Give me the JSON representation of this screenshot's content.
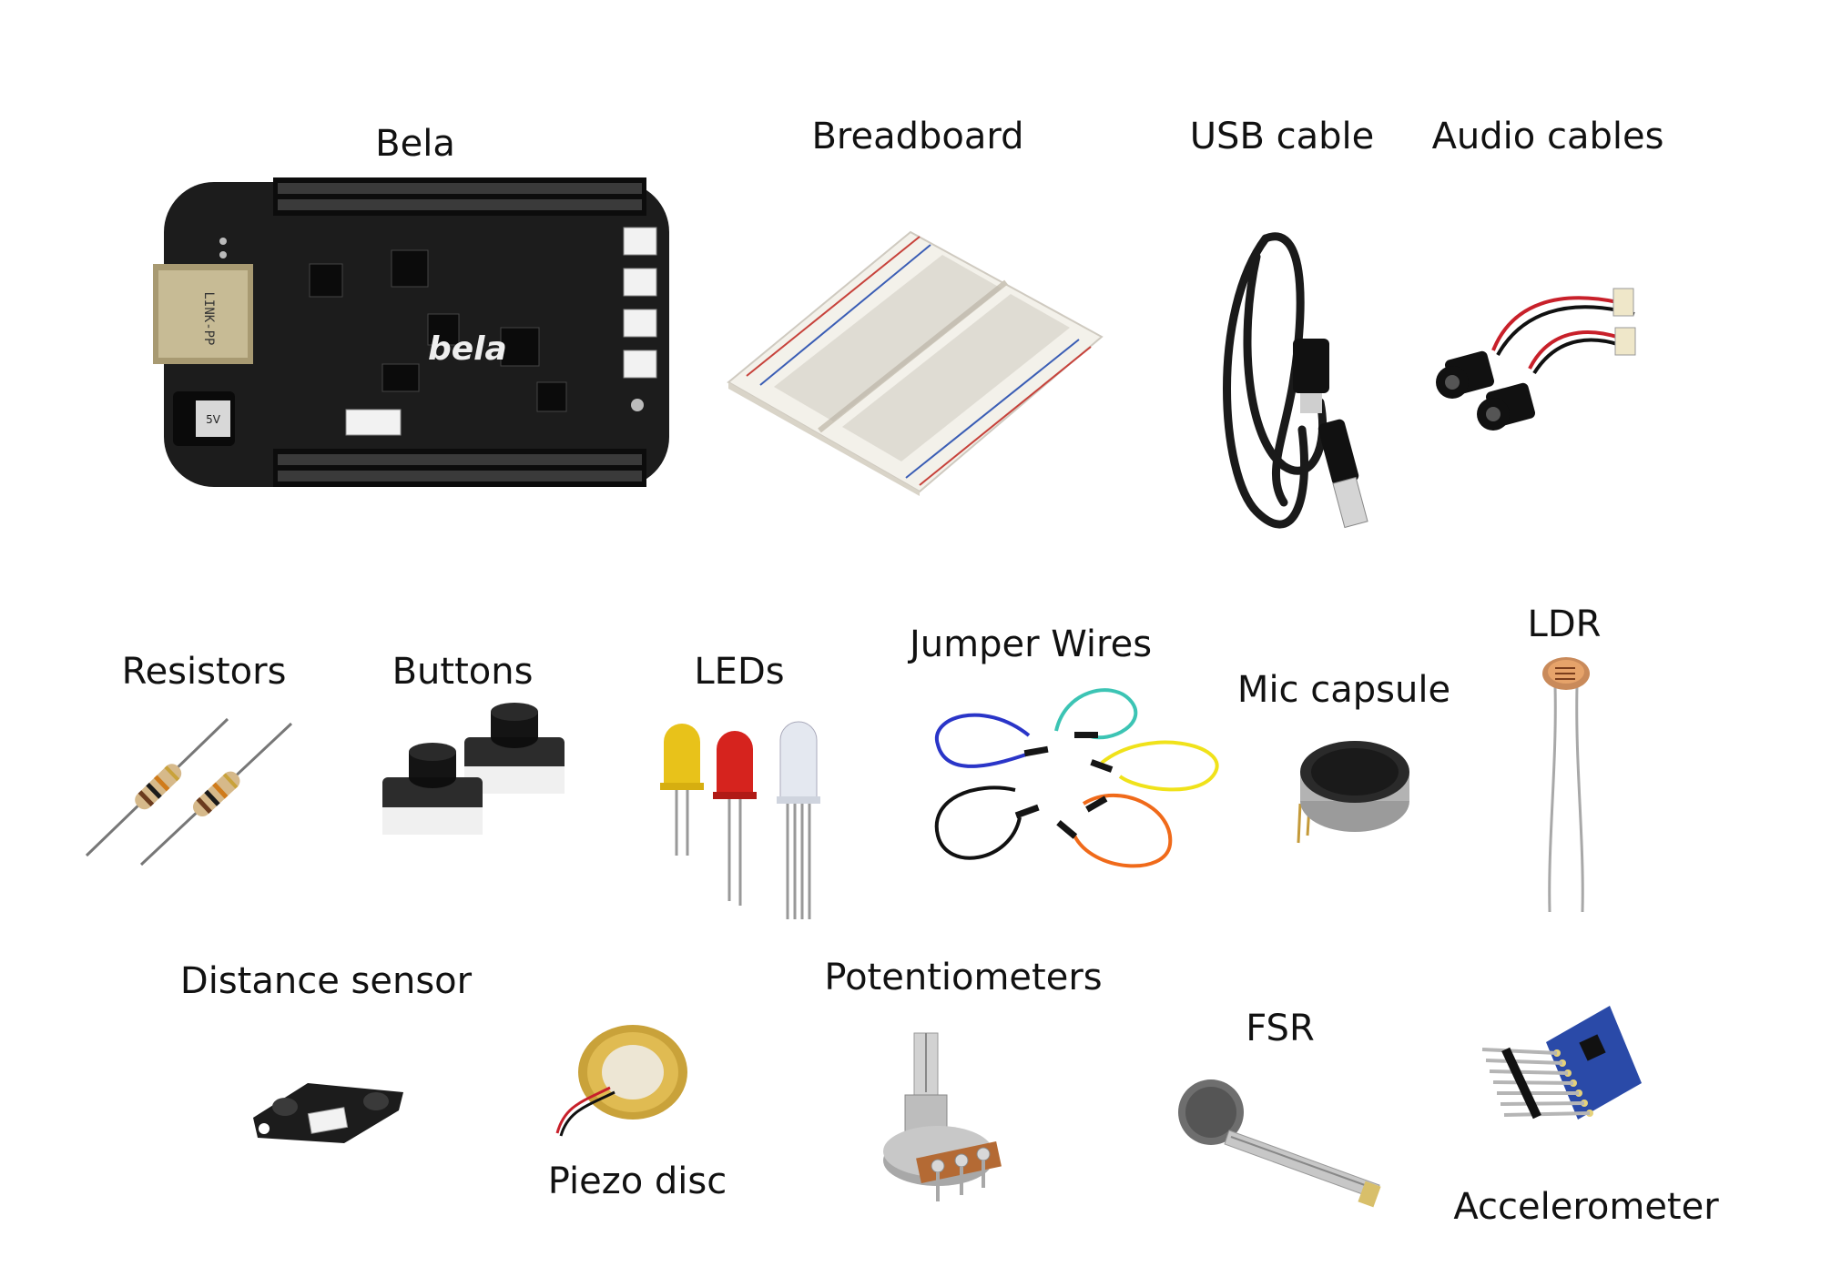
{
  "labels": {
    "bela": "Bela",
    "breadboard": "Breadboard",
    "usb_cable": "USB cable",
    "audio_cables": "Audio cables",
    "resistors": "Resistors",
    "buttons": "Buttons",
    "leds": "LEDs",
    "jumper_wires": "Jumper Wires",
    "mic_capsule": "Mic capsule",
    "ldr": "LDR",
    "distance_sensor": "Distance sensor",
    "piezo_disc": "Piezo disc",
    "potentiometers": "Potentiometers",
    "fsr": "FSR",
    "accelerometer": "Accelerometer"
  },
  "board_markings": {
    "logo": "bela",
    "jack": "LINK-PP",
    "power": "5V"
  }
}
